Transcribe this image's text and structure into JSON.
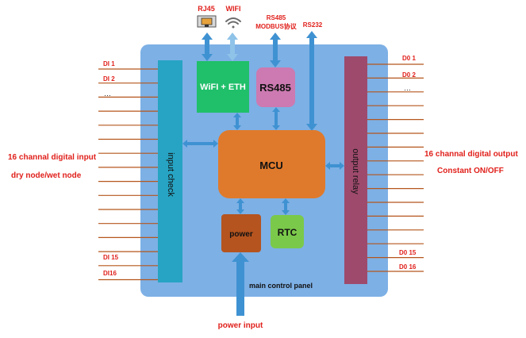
{
  "top_labels": {
    "rj45": "RJ45",
    "wifi": "WIFI",
    "rs485_line1": "RS485",
    "rs485_line2": "MODBUS协议",
    "rs232": "RS232"
  },
  "blocks": {
    "wifi_eth": "WiFI + ETH",
    "rs485": "RS485",
    "mcu": "MCU",
    "power": "power",
    "rtc": "RTC",
    "input_check": "input check",
    "output_relay": "output relay",
    "panel": "main control panel"
  },
  "left_labels": {
    "di1": "DI 1",
    "di2": "DI 2",
    "dots": "…",
    "di15": "DI 15",
    "di16": "DI16",
    "title_line1": "16 channal digital input",
    "title_line2": "dry node/wet node"
  },
  "right_labels": {
    "do1": "D0 1",
    "do2": "D0 2",
    "dots": "…",
    "do15": "D0 15",
    "do16": "D0 16",
    "title_line1": "16 channal digital output",
    "title_line2": "Constant ON/OFF"
  },
  "bottom_label": "power input",
  "colors": {
    "panel": "#7db0e5",
    "input_bar": "#27a4c3",
    "output_bar": "#9e4a6c",
    "wifi_eth": "#20bf6a",
    "rs485": "#cc7ab1",
    "mcu": "#df7a2c",
    "power": "#b5541f",
    "rtc": "#7bc94b",
    "arrow": "#3f92d2",
    "label_red": "#e0201b"
  }
}
